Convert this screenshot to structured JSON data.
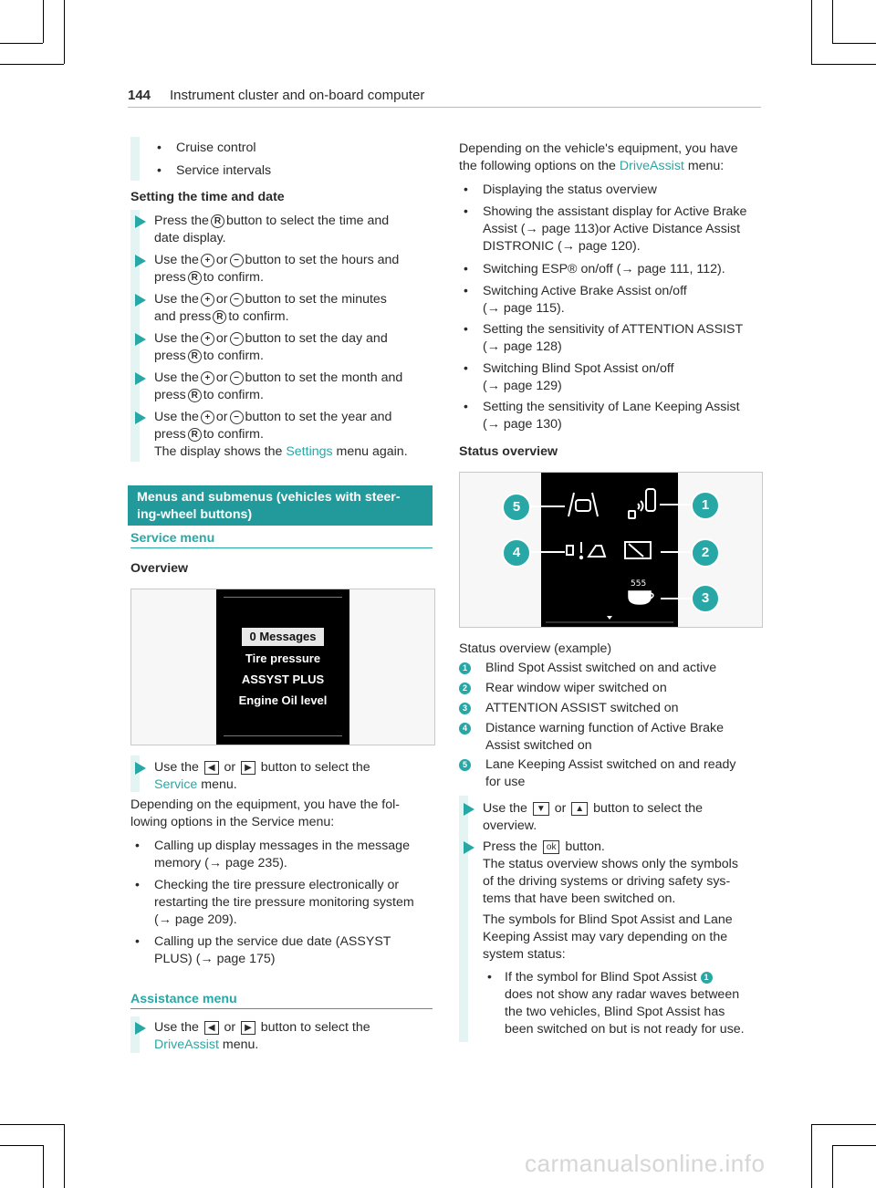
{
  "header": {
    "page_number": "144",
    "title": "Instrument cluster and on-board computer"
  },
  "left": {
    "top_bullets": [
      "Cruise control",
      "Service intervals"
    ],
    "time_heading": "Setting the time and date",
    "time_steps": [
      [
        "Press the",
        "R",
        "button to select the time and",
        "date display."
      ],
      [
        "Use the",
        "+",
        "or",
        "−",
        "button to set the hours and",
        "press",
        "R",
        "to confirm."
      ]
    ],
    "step1_line1_a": "Press the",
    "step1_line1_b": "button to select the time and",
    "step1_line2": "date display.",
    "steps_use": [
      {
        "line1_end": "button to set the hours and",
        "line2_a": "press",
        "line2_b": "to confirm."
      },
      {
        "line1_end": "button to set the minutes",
        "line2_a": "and press",
        "line2_b": "to confirm."
      },
      {
        "line1_end": "button to set the day and",
        "line2_a": "press",
        "line2_b": "to confirm."
      },
      {
        "line1_end": "button to set the month and",
        "line2_a": "press",
        "line2_b": "to confirm."
      },
      {
        "line1_end": "button to set the year and",
        "line2_a": "press",
        "line2_b": "to confirm."
      }
    ],
    "use_the": "Use the",
    "or": "or",
    "display_shows_a": "The display shows the",
    "settings_link": "Settings",
    "display_shows_b": "menu again.",
    "section_title_1": "Menus and submenus (vehicles with steer-",
    "section_title_2": "ing-wheel buttons)",
    "service_menu_heading": "Service menu",
    "overview_heading": "Overview",
    "service_screen_items": [
      "0 Messages",
      "Tire pressure",
      "ASSYST PLUS",
      "Engine Oil level"
    ],
    "service_step_a": "Use the",
    "service_step_or": "or",
    "service_step_b": "button to select the",
    "service_link": "Service",
    "service_step_c": "menu.",
    "depending_1": "Depending on the equipment, you have the fol-",
    "depending_2": "lowing options in the Service menu:",
    "service_bullets": [
      [
        "Calling up display messages in the message",
        "memory (→ page 235)."
      ],
      [
        "Checking the tire pressure electronically or",
        "restarting the tire pressure monitoring system",
        "(→ page 209)."
      ],
      [
        "Calling up the service due date (ASSYST",
        "PLUS) (→ page 175)"
      ]
    ],
    "assistance_heading": "Assistance menu",
    "assist_step_a": "Use the",
    "assist_step_or": "or",
    "assist_step_b": "button to select the",
    "assist_link": "DriveAssist",
    "assist_step_c": "menu."
  },
  "right": {
    "intro_1": "Depending on the vehicle's equipment, you have",
    "intro_2a": "the following options on the",
    "intro_link": "DriveAssist",
    "intro_2b": "menu:",
    "bullets": [
      [
        "Displaying the status overview"
      ],
      [
        "Showing the assistant display for Active Brake",
        "Assist (→ page 113)or Active Distance Assist",
        "DISTRONIC (→ page 120)."
      ],
      [
        "Switching ESP® on/off (→ page 111, 112)."
      ],
      [
        "Switching Active Brake Assist on/off",
        "(→ page 115)."
      ],
      [
        "Setting the sensitivity of ATTENTION ASSIST",
        "(→ page 128)"
      ],
      [
        "Switching Blind Spot Assist on/off",
        "(→ page 129)"
      ],
      [
        "Setting the sensitivity of Lane Keeping Assist",
        "(→ page 130)"
      ]
    ],
    "status_heading": "Status overview",
    "callouts": [
      "1",
      "2",
      "3",
      "4",
      "5"
    ],
    "caption": "Status overview (example)",
    "legend": [
      {
        "n": "1",
        "lines": [
          "Blind Spot Assist switched on and active"
        ]
      },
      {
        "n": "2",
        "lines": [
          "Rear window wiper switched on"
        ]
      },
      {
        "n": "3",
        "lines": [
          "ATTENTION ASSIST switched on"
        ]
      },
      {
        "n": "4",
        "lines": [
          "Distance warning function of Active Brake",
          "Assist switched on"
        ]
      },
      {
        "n": "5",
        "lines": [
          "Lane Keeping Assist switched on and ready",
          "for use"
        ]
      }
    ],
    "step1_a": "Use the",
    "step1_or": "or",
    "step1_b": "button to select the",
    "step1_c": "overview.",
    "step2_a": "Press the",
    "step2_b": "button.",
    "step2_lines": [
      "The status overview shows only the symbols",
      "of the driving systems or driving safety sys-",
      "tems that have been switched on."
    ],
    "symbols_lines": [
      "The symbols for Blind Spot Assist and Lane",
      "Keeping Assist may vary depending on the",
      "system status:"
    ],
    "sub_bullet_a": "If the symbol for Blind Spot Assist",
    "sub_bullet_num": "1",
    "sub_bullet_lines": [
      "does not show any radar waves between",
      "the two vehicles, Blind Spot Assist has",
      "been switched on but is not ready for use."
    ]
  },
  "footer": {
    "watermark": "carmanualsonline.info"
  },
  "colors": {
    "accent": "#27a8a6",
    "section_bg": "#22999a",
    "step_bar": "#e3f4f3"
  },
  "icons": {
    "step": "arrow-right-icon",
    "bullet": "bullet-dot-icon"
  }
}
